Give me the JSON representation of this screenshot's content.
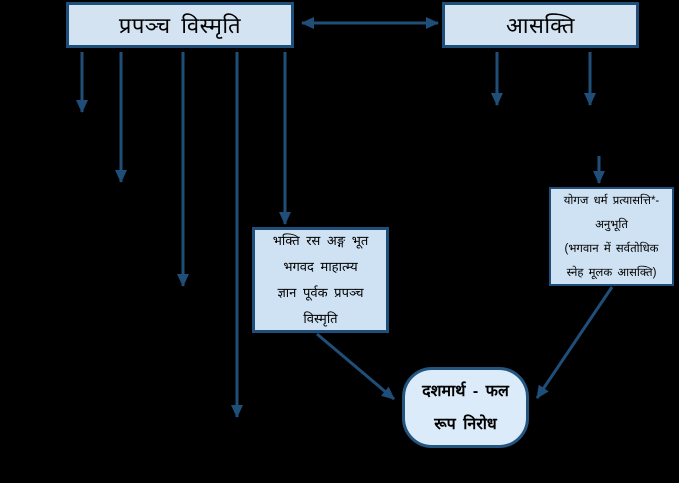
{
  "diagram": {
    "background_color": "#000000",
    "colors": {
      "node_fill": "#d4e3f2",
      "node_fill_light": "#dcebfa",
      "node_border": "#1f4e79",
      "arrow": "#1f4e79",
      "text": "#000000"
    },
    "nodes": {
      "prapancha": {
        "label": "प्रपञ्च विस्मृति"
      },
      "aasakti": {
        "label": "आसक्ति"
      },
      "bhakti": {
        "lines": [
          "भक्ति रस अङ्ग भूत",
          "भगवद माहात्म्य",
          "ज्ञान पूर्वक प्रपञ्च",
          "विस्मृति"
        ]
      },
      "yogaja": {
        "lines": [
          "योगज धर्म प्रत्यासत्ति*-",
          "अनुभूति",
          "(भगवान में सर्वतोधिक",
          "स्नेह मूलक आसक्ति)"
        ]
      },
      "dashamartha": {
        "lines": [
          "दशमार्थ - फल",
          "रूप निरोध"
        ]
      }
    }
  }
}
